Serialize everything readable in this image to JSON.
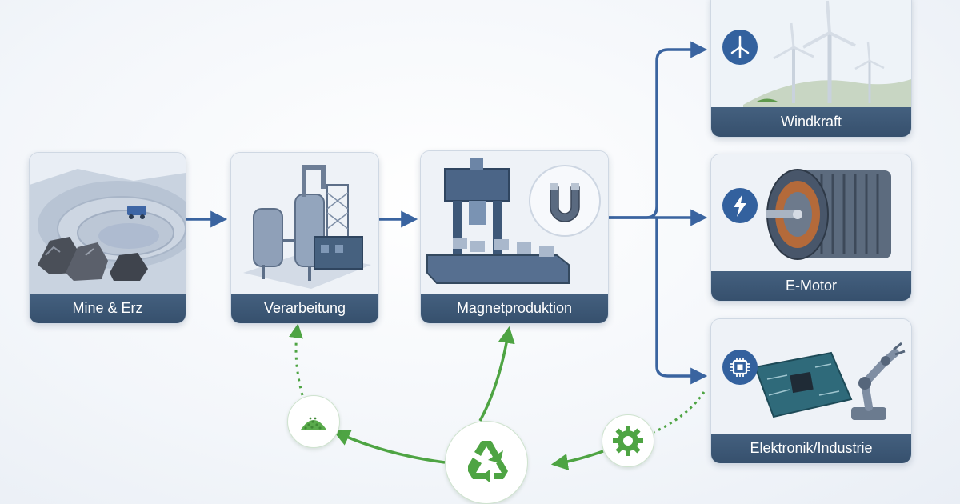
{
  "colors": {
    "flow_blue": "#3a64a0",
    "recycle_green": "#4ea443",
    "label_bar": "#3c5776",
    "icon_badge": "#33619e"
  },
  "stages": {
    "mine": {
      "label": "Mine & Erz",
      "icon": "open-pit-mine-illustration"
    },
    "process": {
      "label": "Verarbeitung",
      "icon": "processing-plant-illustration"
    },
    "magnet": {
      "label": "Magnetproduktion",
      "icon": "press-and-magnet-illustration"
    }
  },
  "applications": {
    "wind": {
      "label": "Windkraft",
      "icon": "wind-turbine-icon"
    },
    "motor": {
      "label": "E-Motor",
      "icon": "lightning-icon"
    },
    "industry": {
      "label": "Elektronik/Industrie",
      "icon": "chip-icon"
    }
  },
  "recycling": {
    "nodes": [
      "powder-icon",
      "recycle-icon",
      "gear-icon"
    ]
  }
}
